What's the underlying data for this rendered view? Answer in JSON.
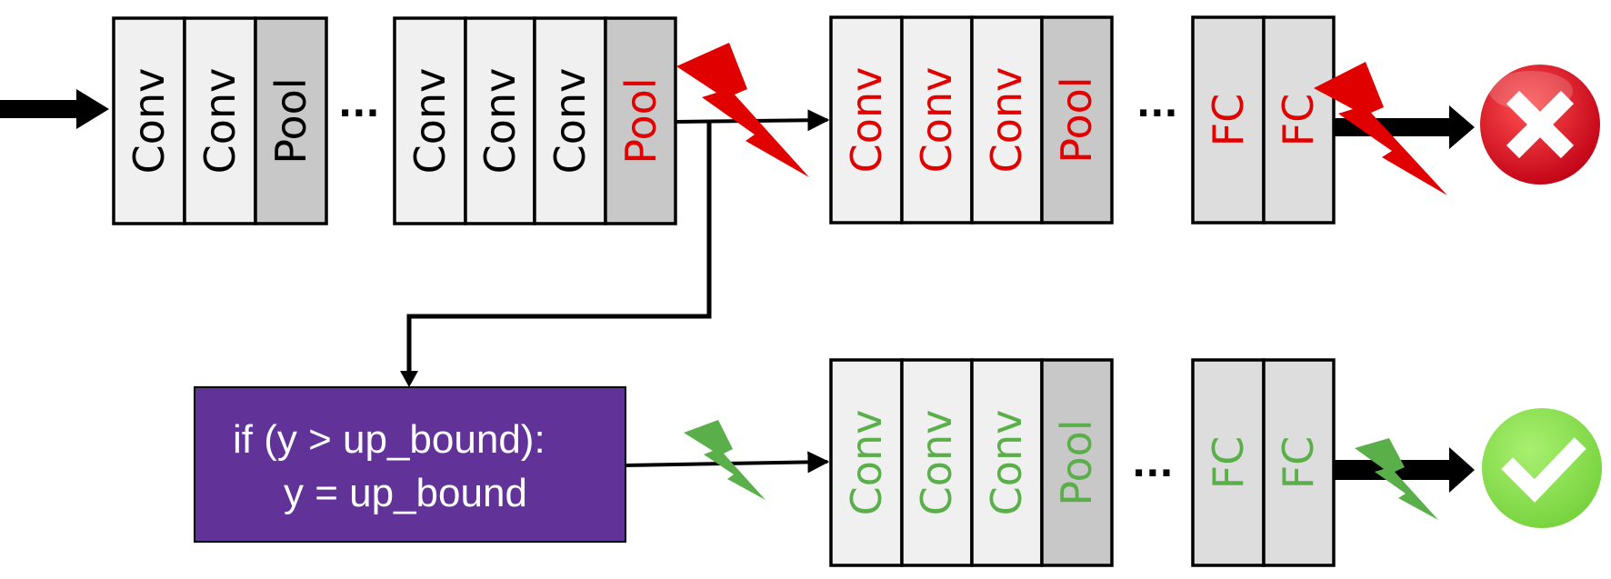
{
  "colors": {
    "attack_red": "#e00000",
    "defended_green": "#5aaf4a",
    "default_text": "#000000",
    "conv_fill": "#f0f0f0",
    "pool_fill": "#c8c8c8",
    "fc_fill": "#dddddd",
    "clip_box_fill": "#613399",
    "fail_icon": "#d9001a",
    "success_icon": "#88e04a"
  },
  "top_pipeline": {
    "group1": [
      "Conv",
      "Conv",
      "Pool"
    ],
    "ellipsis1": "...",
    "group2": [
      "Conv",
      "Conv",
      "Conv",
      "Pool"
    ],
    "group3": [
      "Conv",
      "Conv",
      "Conv",
      "Pool"
    ],
    "ellipsis2": "...",
    "group4": [
      "FC",
      "FC"
    ],
    "result_icon": "x-fail-icon"
  },
  "clip_box": {
    "line1": "if (y > up_bound):",
    "line2": "y = up_bound"
  },
  "bottom_pipeline": {
    "group1": [
      "Conv",
      "Conv",
      "Conv",
      "Pool"
    ],
    "ellipsis": "...",
    "group2": [
      "FC",
      "FC"
    ],
    "result_icon": "check-success-icon"
  }
}
